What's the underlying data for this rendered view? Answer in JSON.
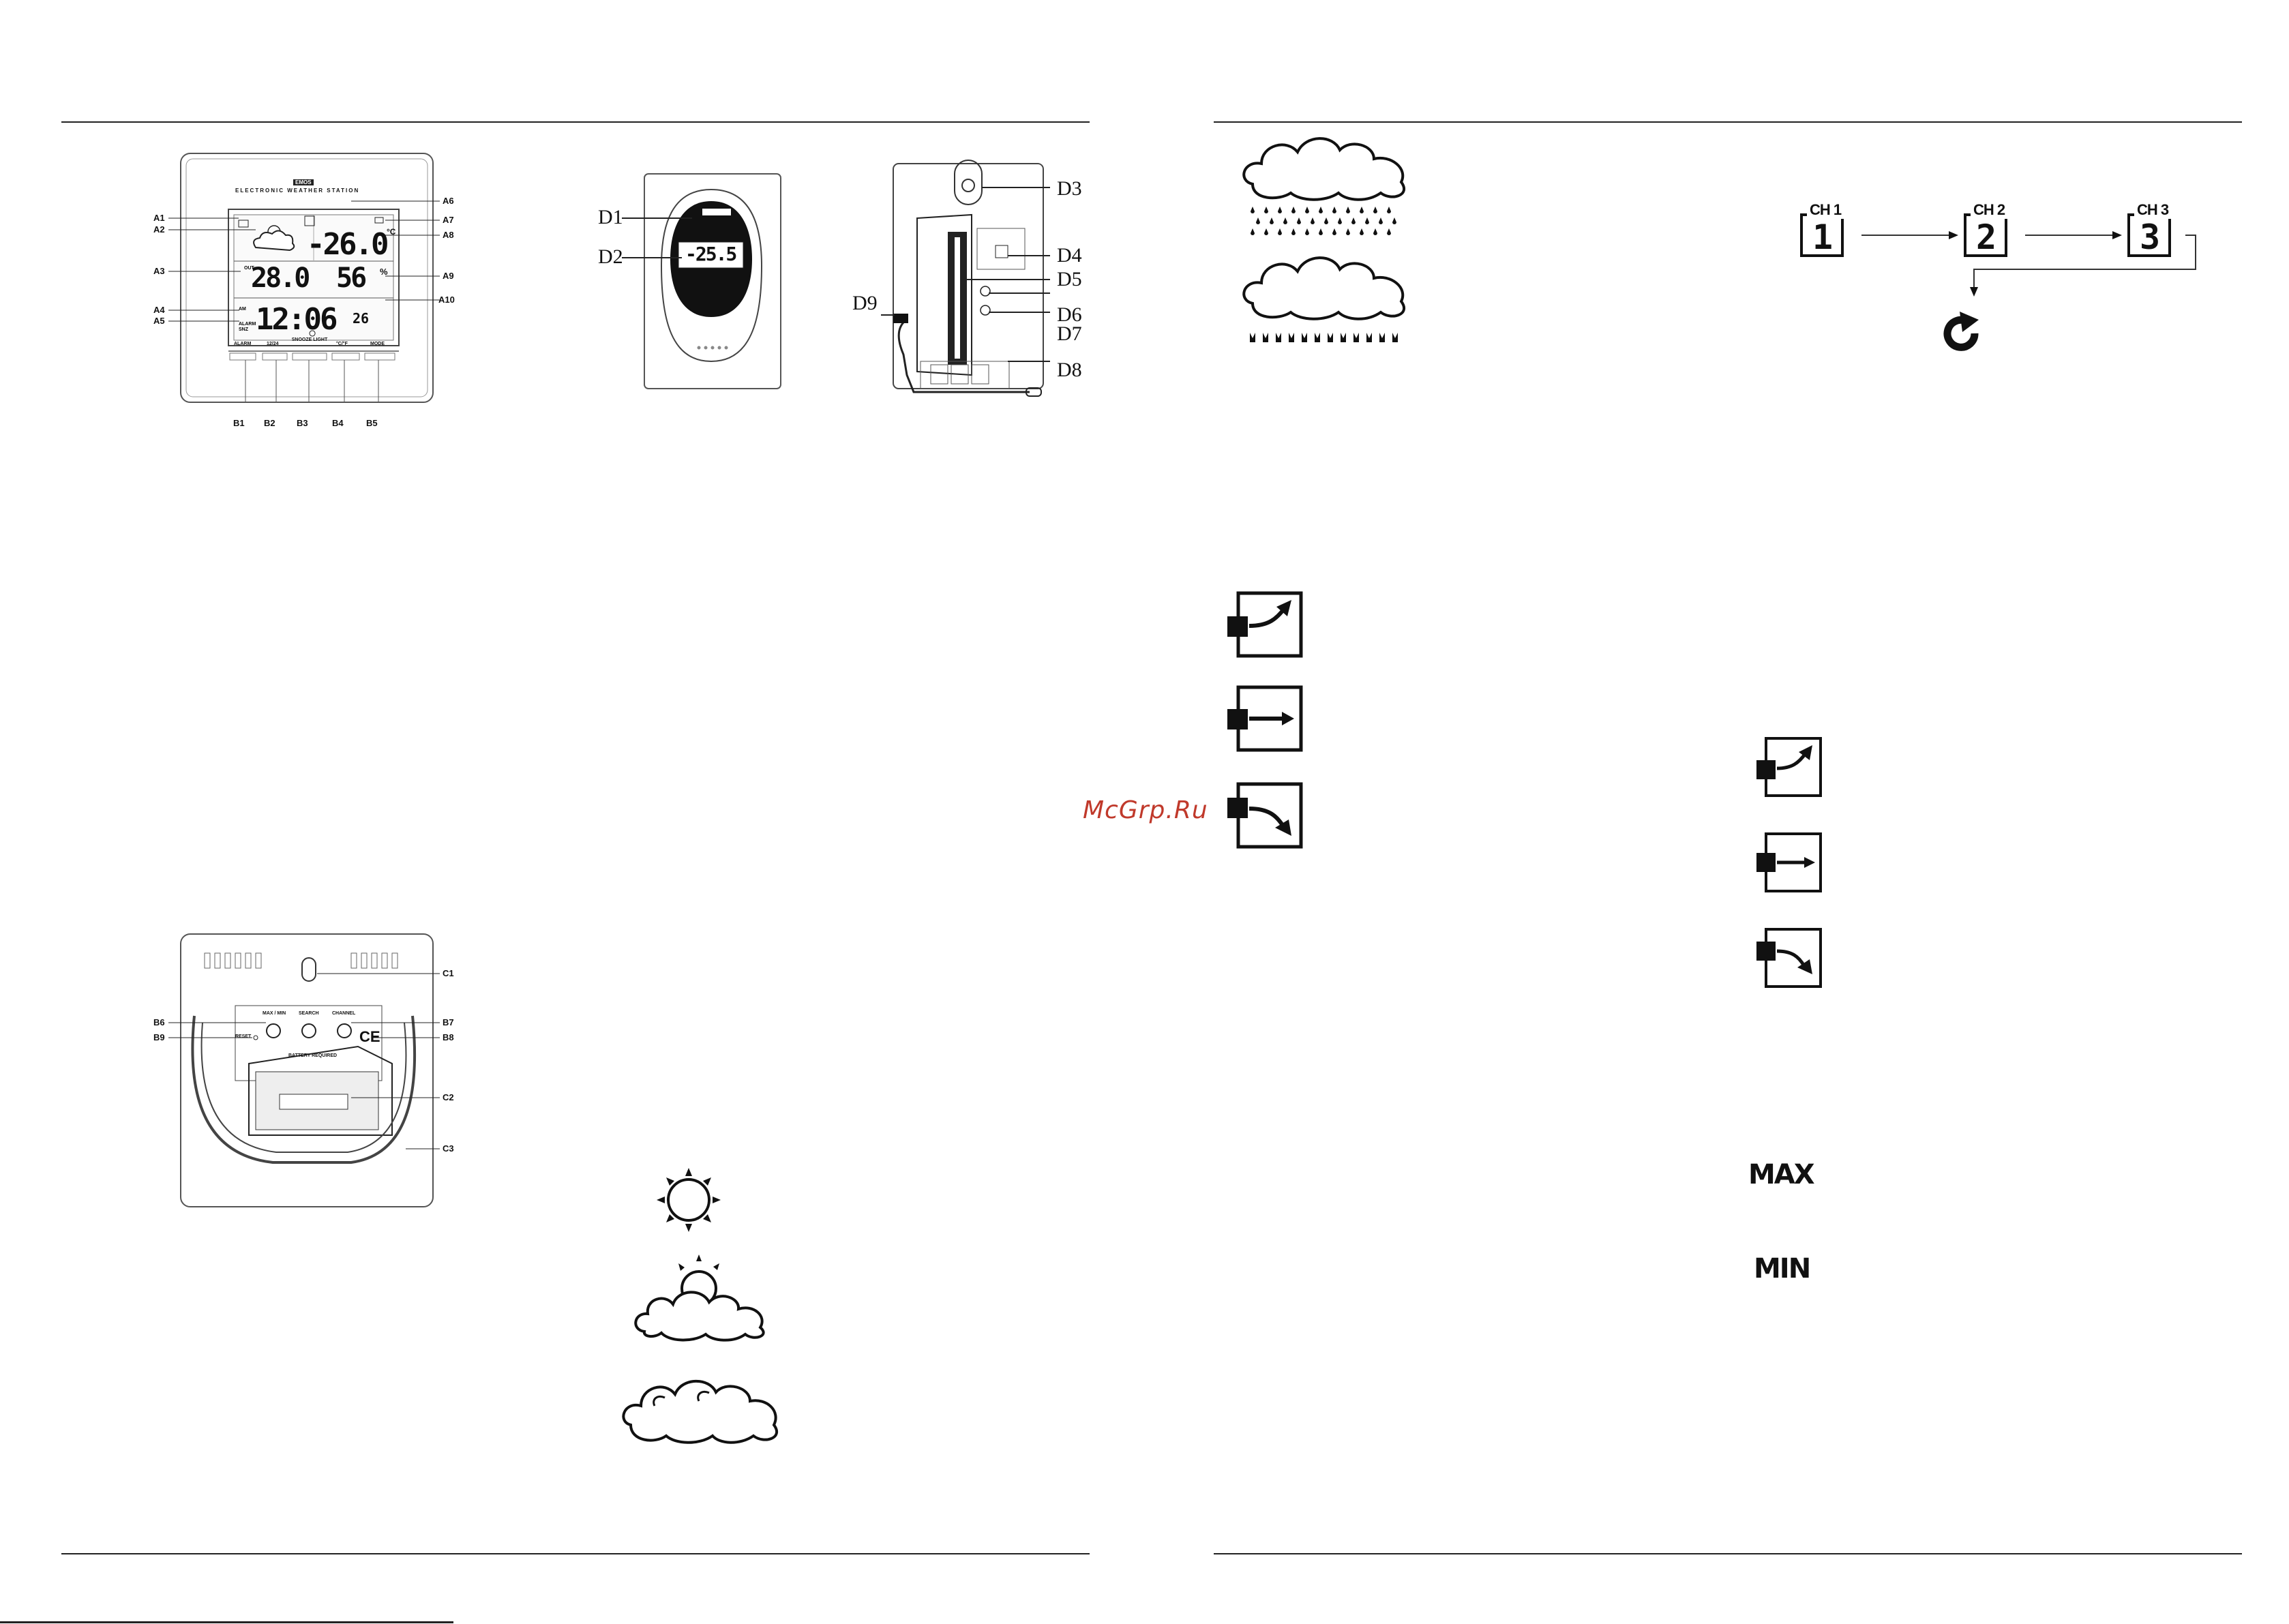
{
  "figure_a": {
    "brand": "EMOS",
    "device_title": "ELECTRONIC WEATHER STATION",
    "indoor_temp": "-26.0",
    "temp_unit": "°C",
    "outdoor_temp": "28.0",
    "humidity": "56",
    "humidity_unit": "%",
    "clock": "12:06",
    "seconds": "26",
    "button_labels": [
      "ALARM",
      "12/24",
      "SNOOZE LIGHT",
      "°C/°F",
      "MODE"
    ],
    "callouts_left": [
      "A1",
      "A2",
      "A3",
      "A4",
      "A5"
    ],
    "callouts_right": [
      "A6",
      "A7",
      "A8",
      "A9",
      "A10"
    ],
    "callouts_bottom": [
      "B1",
      "B2",
      "B3",
      "B4",
      "B5"
    ]
  },
  "figure_d": {
    "sensor_display": "-25.5",
    "callouts": [
      "D1",
      "D2",
      "D3",
      "D4",
      "D5",
      "D6",
      "D7",
      "D8",
      "D9"
    ]
  },
  "figure_c": {
    "button_labels": [
      "MAX / MIN",
      "SEARCH",
      "CHANNEL"
    ],
    "reset_label": "RESET",
    "battery_label": "BATTERY REQUIRED",
    "ce_mark": "CE",
    "callouts_left": [
      "B6",
      "B9"
    ],
    "callouts_right": [
      "C1",
      "B7",
      "B8",
      "C2",
      "C3"
    ]
  },
  "channels": [
    "CH 1",
    "CH 2",
    "CH 3"
  ],
  "channel_digits": [
    "1",
    "2",
    "3"
  ],
  "max_label": "MAX",
  "min_label": "MIN",
  "watermark": "McGrp.Ru",
  "icons": [
    "sun-icon",
    "partly-cloudy-icon",
    "cloudy-icon",
    "rain-icon",
    "snow-icon",
    "trend-rising-icon",
    "trend-steady-icon",
    "trend-falling-icon",
    "repeat-cycle-icon"
  ]
}
